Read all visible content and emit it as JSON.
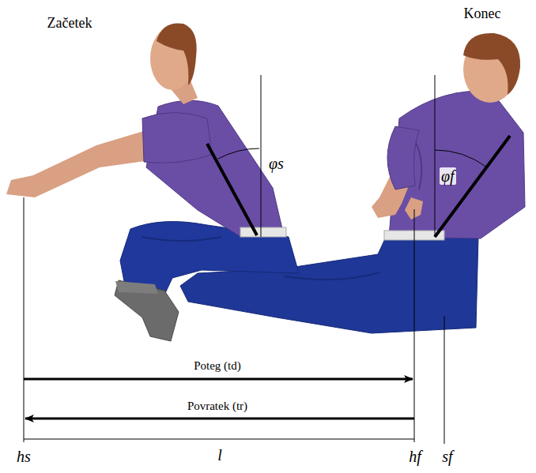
{
  "diagram": {
    "labels": [
      "Začetek",
      "Konec",
      "φs",
      "φf",
      "Poteg (td)",
      "Povratek (tr)",
      "hs",
      "l",
      "hf",
      "sf"
    ]
  }
}
